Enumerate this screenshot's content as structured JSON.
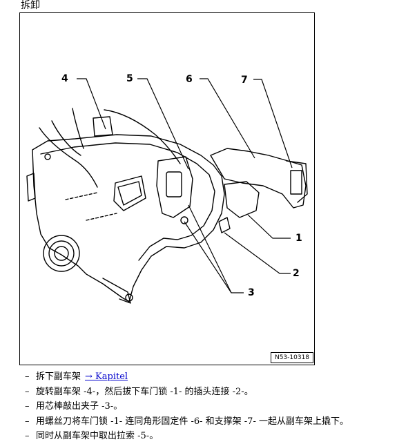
{
  "section_title": "拆卸",
  "figure": {
    "code": "N53-10318",
    "callouts": [
      "1",
      "2",
      "3",
      "4",
      "5",
      "6",
      "7"
    ]
  },
  "steps": [
    {
      "text": "拆下副车架",
      "link": "→ Kapitel"
    },
    {
      "text": "旋转副车架  -4-，然后拔下车门锁  -1- 的插头连接  -2-。"
    },
    {
      "text": "用芯棒敲出夹子  -3-。"
    },
    {
      "text": "用螺丝刀将车门锁  -1- 连同角形固定件  -6- 和支撑架  -7- 一起从副车架上撬下。"
    },
    {
      "text": "同时从副车架中取出拉索  -5-。"
    }
  ]
}
